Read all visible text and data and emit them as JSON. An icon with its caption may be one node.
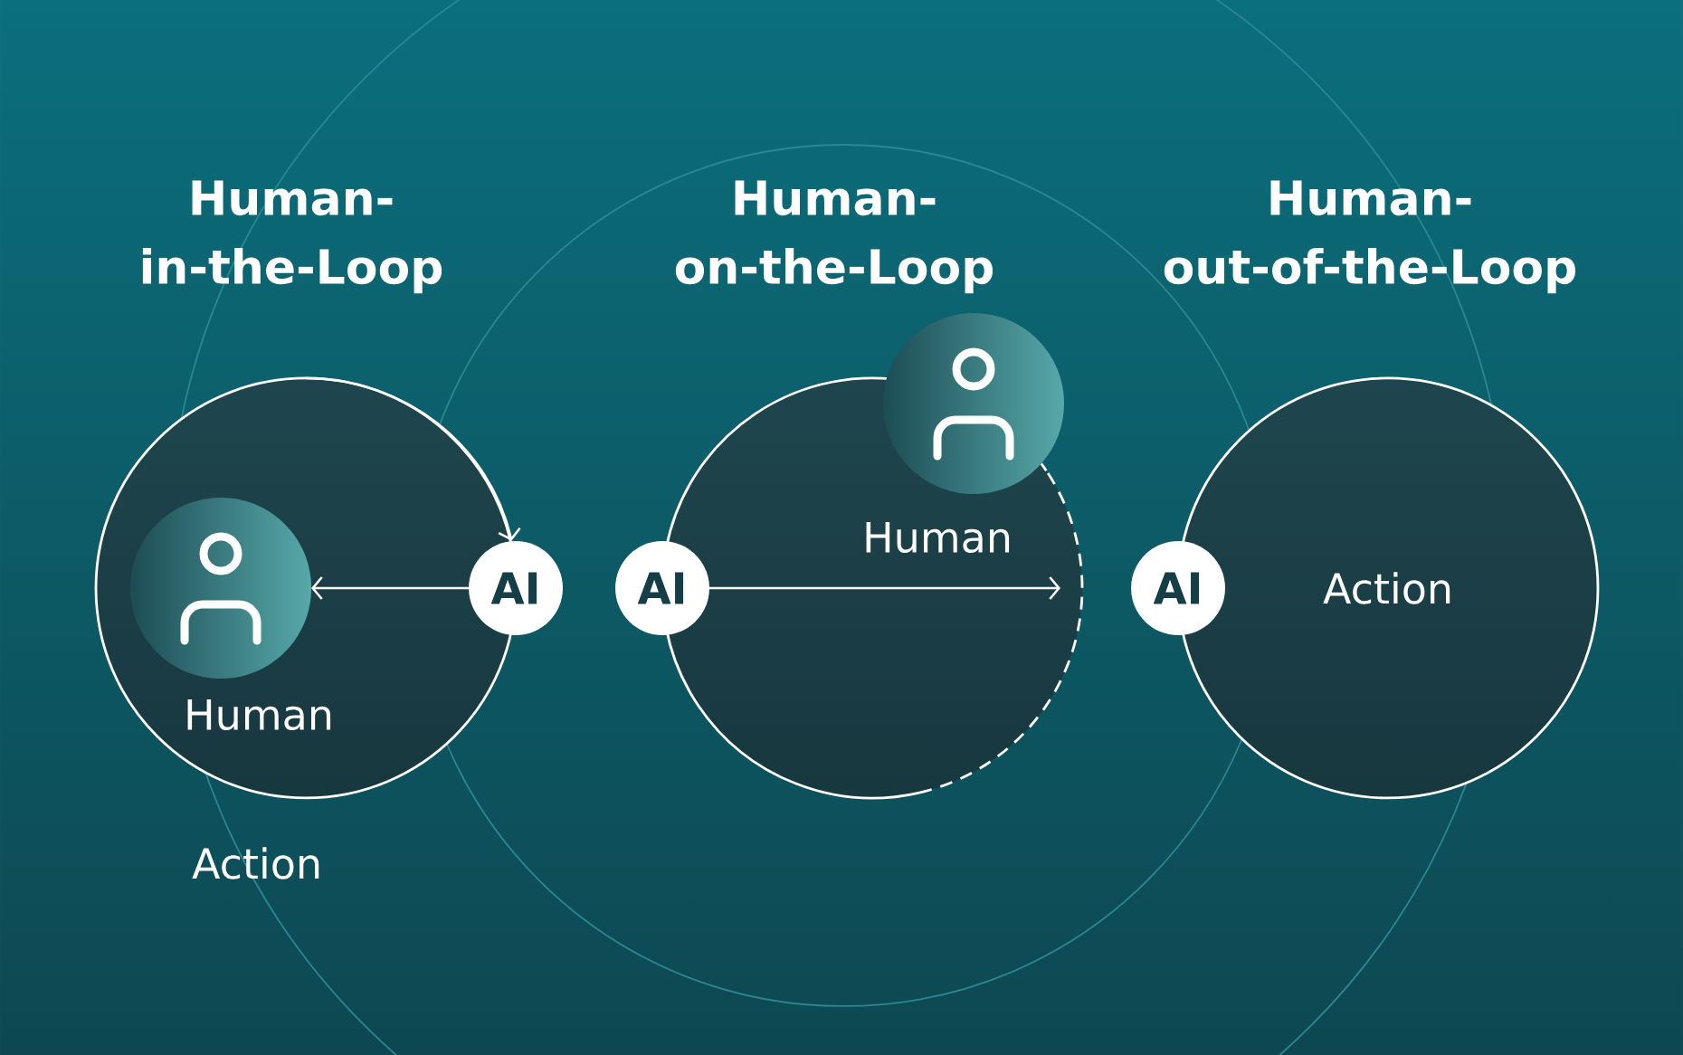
{
  "diagram": {
    "nodes": [
      {
        "text": [
          "Human- in-the-Loop"
        ]
      },
      {
        "text": [
          "Human"
        ],
        "in": 0
      },
      {
        "text": [
          "AI"
        ]
      },
      {
        "text": [
          "Human- on-the-Loop"
        ]
      },
      {
        "text": [
          "Human"
        ],
        "in": 3
      },
      {
        "text": [
          "AI"
        ]
      },
      {
        "text": [
          "Human- out-of-the-Loop",
          "Action"
        ]
      },
      {
        "text": [
          "AI"
        ]
      }
    ],
    "edges": [
      {
        "from": 2,
        "to": 1,
        "arrow": "to"
      },
      {
        "from": 0,
        "to": 2,
        "arrow": "to"
      },
      {
        "from": 5,
        "to": 3,
        "arrow": "to"
      }
    ],
    "labels": [
      "Action"
    ]
  }
}
